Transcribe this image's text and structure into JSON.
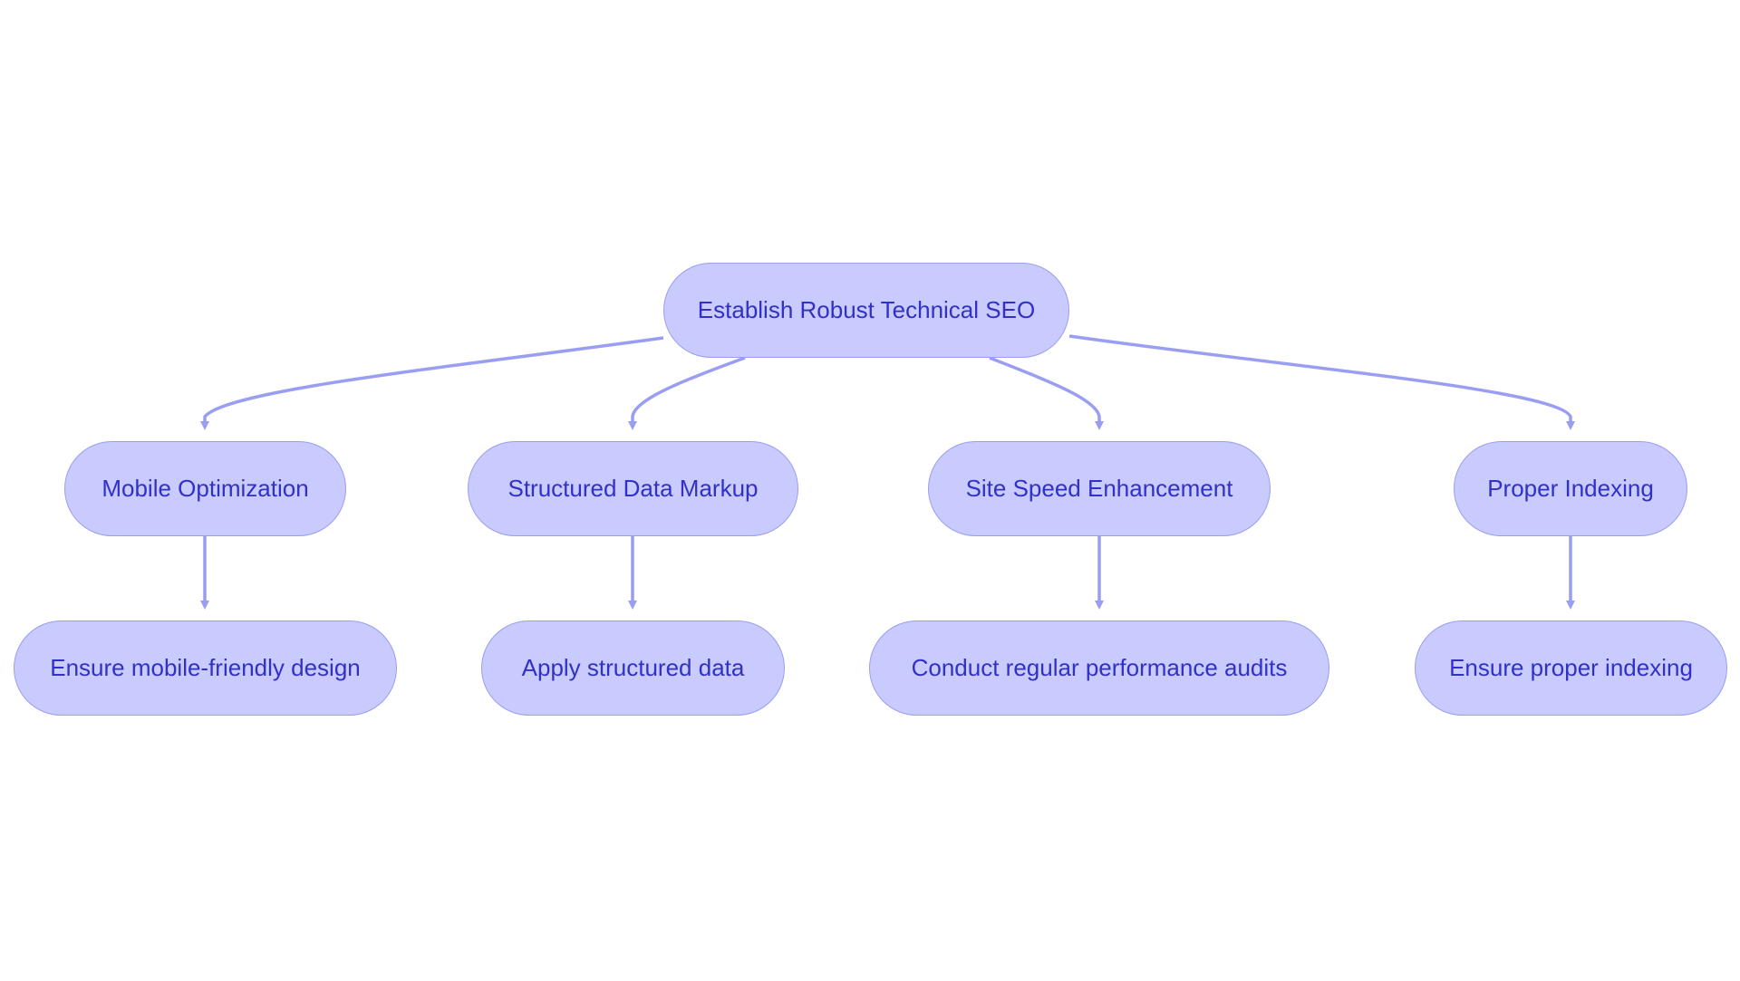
{
  "colors": {
    "node_fill": "#c9cafd",
    "node_border": "#9a9ef2",
    "node_text": "#3131c6",
    "edge": "#9a9ef2",
    "background": "#ffffff"
  },
  "diagram": {
    "root": {
      "label": "Establish Robust Technical SEO"
    },
    "branches": [
      {
        "label": "Mobile Optimization",
        "child": {
          "label": "Ensure mobile-friendly design"
        }
      },
      {
        "label": "Structured Data Markup",
        "child": {
          "label": "Apply structured data"
        }
      },
      {
        "label": "Site Speed Enhancement",
        "child": {
          "label": "Conduct regular performance audits"
        }
      },
      {
        "label": "Proper Indexing",
        "child": {
          "label": "Ensure proper indexing"
        }
      }
    ]
  }
}
